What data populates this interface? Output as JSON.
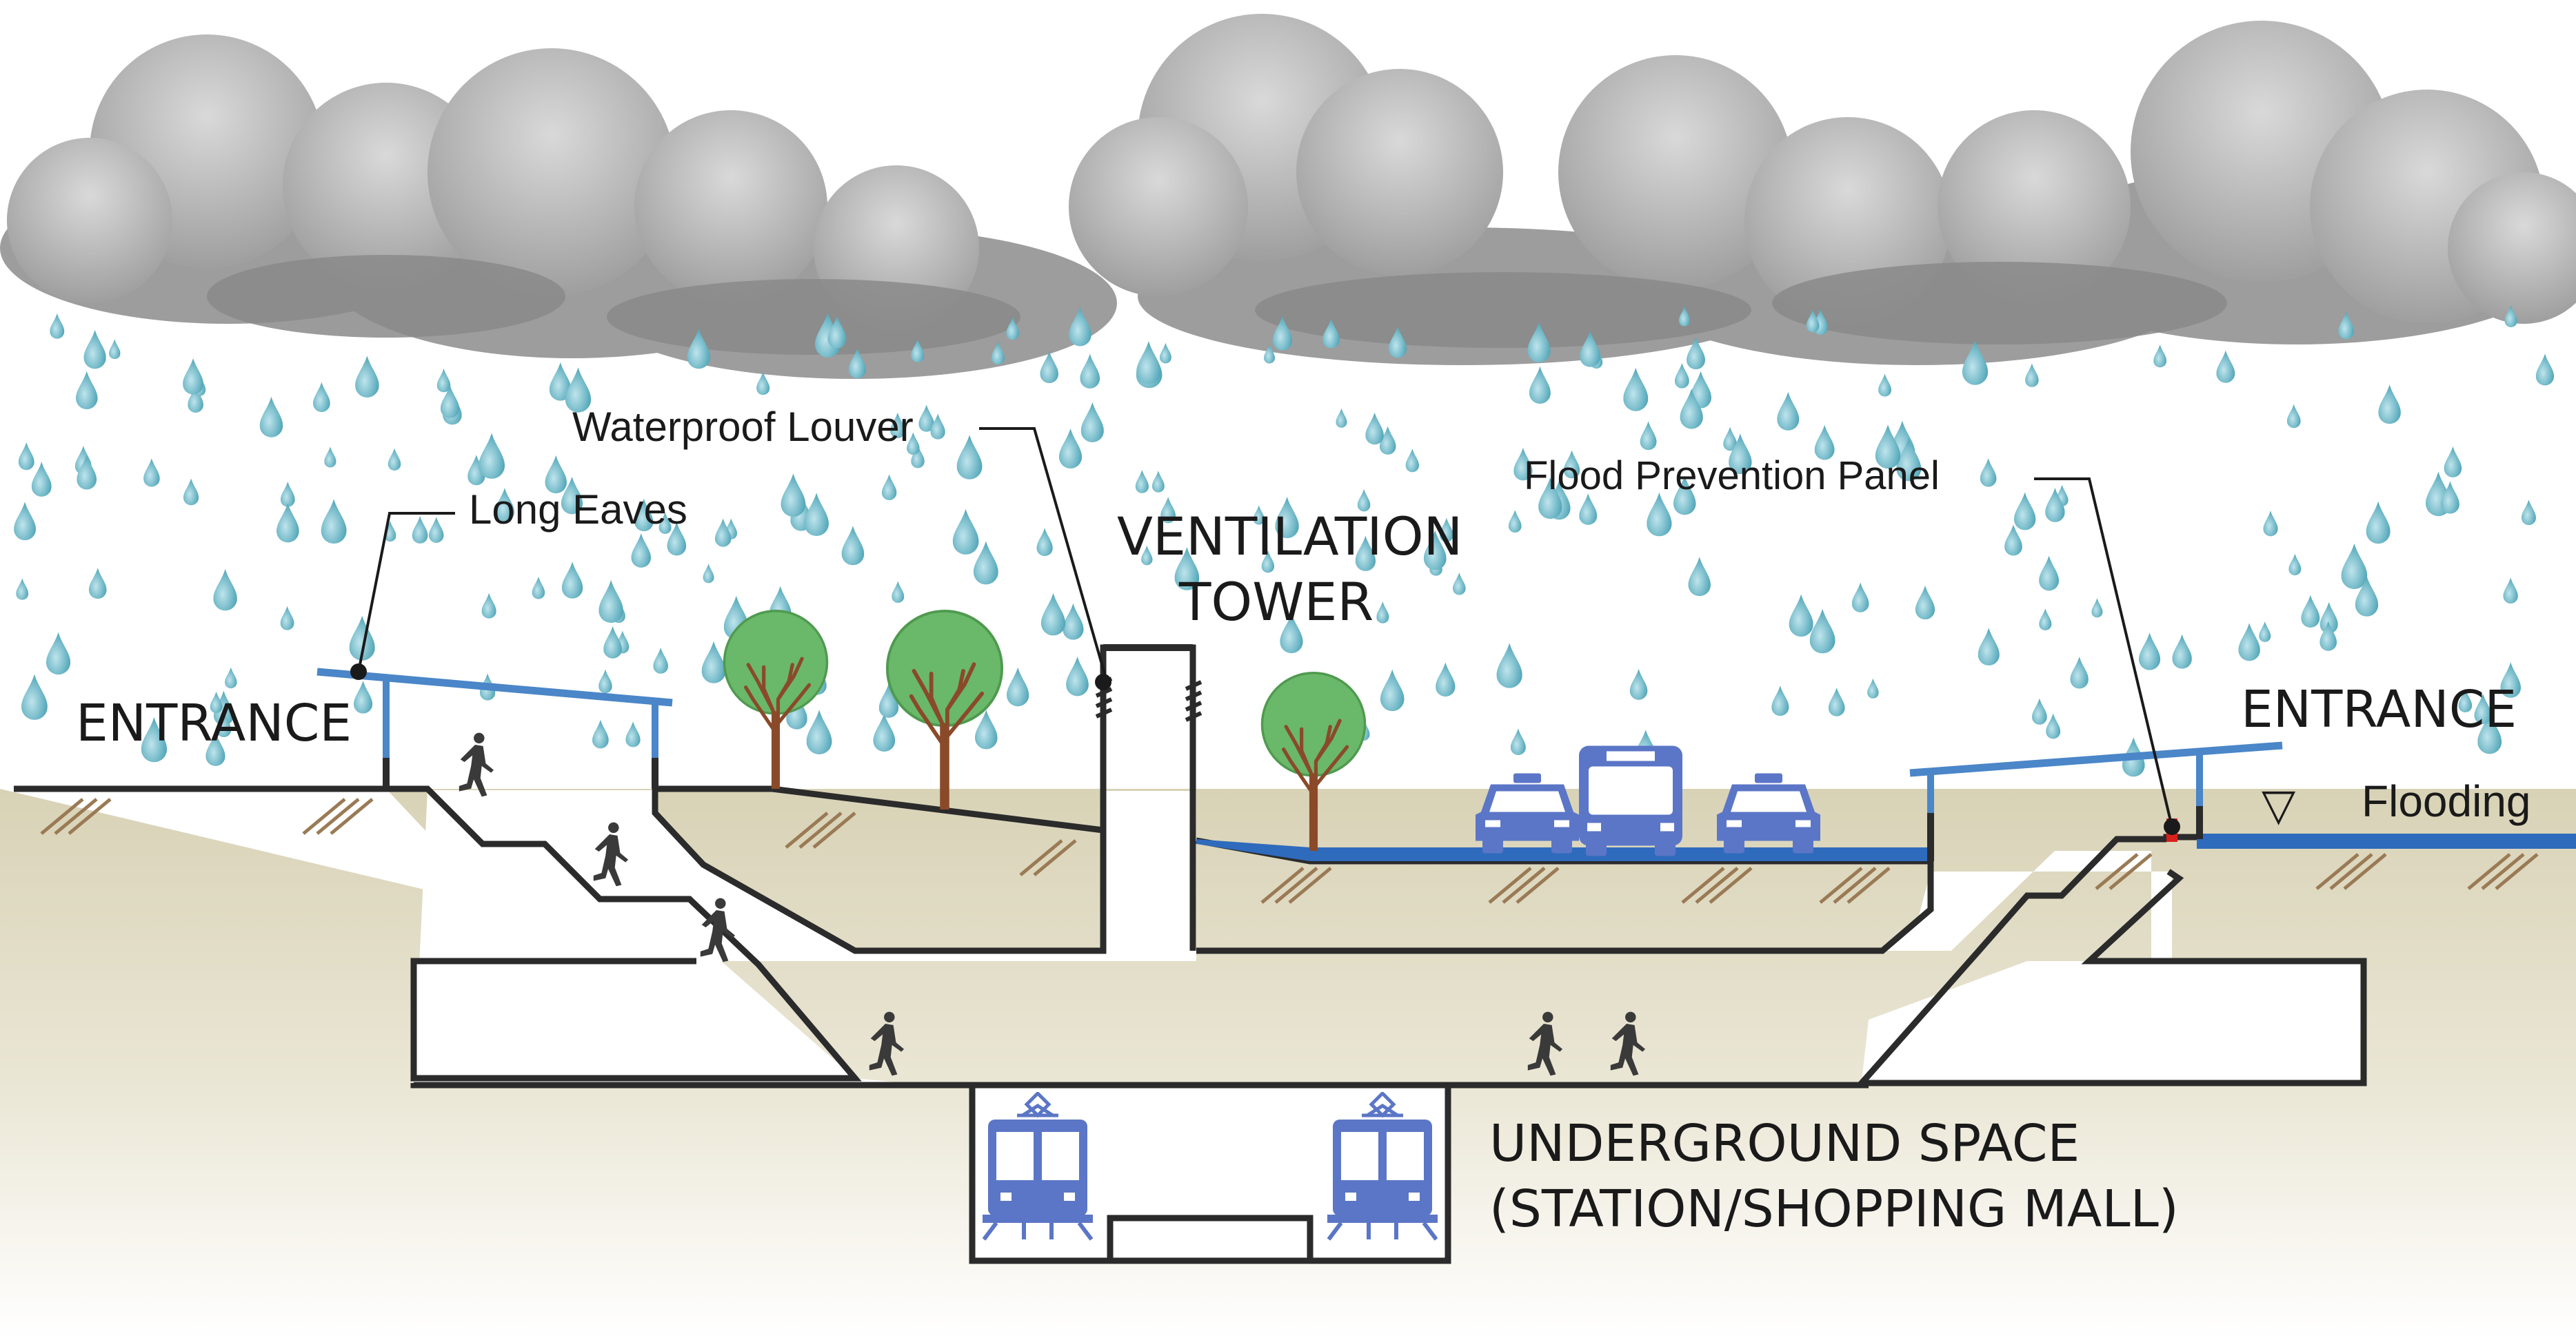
{
  "labels": {
    "waterproof_louver": "Waterproof Louver",
    "long_eaves": "Long Eaves",
    "ventilation_tower_line1": "VENTILATION",
    "ventilation_tower_line2": "TOWER",
    "flood_prevention_panel": "Flood Prevention Panel",
    "entrance_left": "ENTRANCE",
    "entrance_right": "ENTRANCE",
    "flooding_symbol": "▽",
    "flooding": "Flooding",
    "underground_line1": "UNDERGROUND SPACE",
    "underground_line2": "(STATION/SHOPPING MALL)"
  },
  "colors": {
    "cloud_light": "#c9c9c9",
    "cloud_dark": "#8f8f8f",
    "rain": "#5fb3c3",
    "ground_top": "#d9d3b8",
    "ground_bottom": "#ffffff",
    "outline": "#2b2b2b",
    "roof_blue": "#4a86c8",
    "flood_blue": "#2f6bbd",
    "vehicle_blue": "#5b76c6",
    "tree_green": "#6ab86a",
    "trunk": "#8a4a2a",
    "panel_red": "#d8201a"
  },
  "icons": {
    "person": "running-person-icon",
    "train": "train-icon",
    "tree": "tree-icon",
    "car": "taxi-icon",
    "bus": "bus-icon"
  }
}
